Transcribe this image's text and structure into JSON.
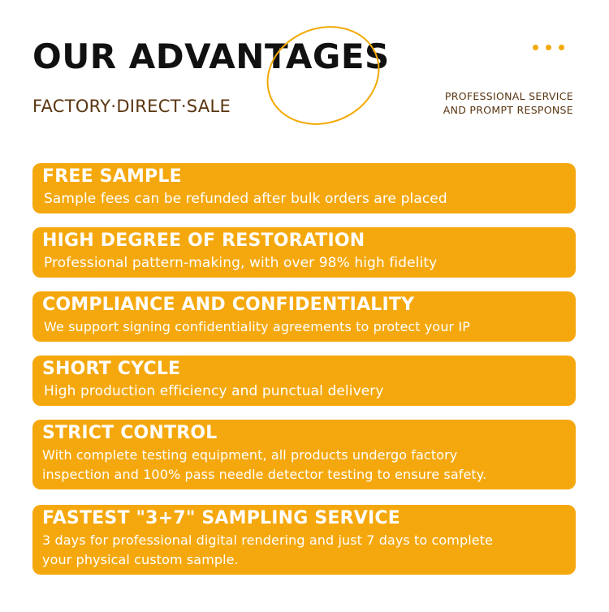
{
  "header": {
    "title": "OUR ADVANTAGES",
    "subtitle": "FACTORY·DIRECT·SALE",
    "tagline_line1": "PROFESSIONAL SERVICE",
    "tagline_line2": "AND PROMPT RESPONSE"
  },
  "colors": {
    "accent": "#f5a80d",
    "title": "#111111",
    "subtitle": "#5a3510",
    "card_text": "#ffffff"
  },
  "advantages": [
    {
      "title": "FREE SAMPLE",
      "description": "Sample fees can be refunded after bulk orders are placed"
    },
    {
      "title": "HIGH DEGREE OF RESTORATION",
      "description": "Professional pattern-making, with over 98% high fidelity"
    },
    {
      "title": "COMPLIANCE AND CONFIDENTIALITY",
      "description": "We support signing confidentiality agreements to protect your IP"
    },
    {
      "title": "SHORT CYCLE",
      "description": "High production efficiency and punctual delivery"
    },
    {
      "title": "STRICT CONTROL",
      "description_line1": "With complete testing equipment, all products undergo factory",
      "description_line2": "inspection and 100% pass needle detector testing to ensure safety."
    },
    {
      "title": "FASTEST \"3+7\" SAMPLING SERVICE",
      "description_line1": "3 days for professional digital rendering and just 7 days to complete",
      "description_line2": "your physical custom sample."
    }
  ]
}
